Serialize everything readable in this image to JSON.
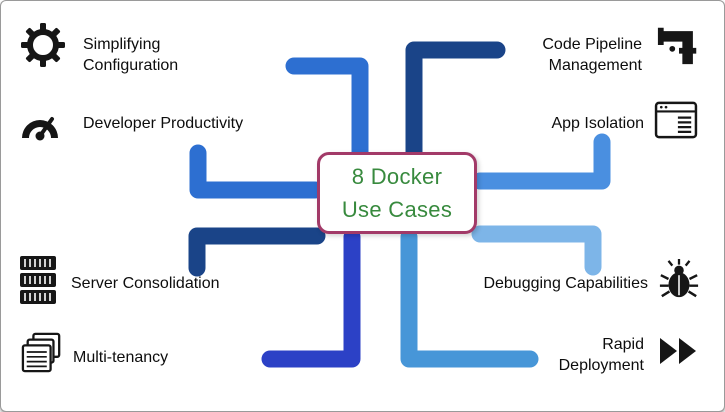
{
  "canvas": {
    "background": "#ffffff",
    "border_color": "#9a9a9a"
  },
  "center_box": {
    "title_line1": "8 Docker",
    "title_line2": "Use Cases",
    "title_color": "#388a3e",
    "border_color": "#a23a68"
  },
  "items": {
    "left": [
      {
        "label": "Simplifying Configuration",
        "icon": "gear-icon"
      },
      {
        "label": "Developer Productivity",
        "icon": "speedometer-icon"
      },
      {
        "label": "Server Consolidation",
        "icon": "server-stack-icon"
      },
      {
        "label": "Multi-tenancy",
        "icon": "stacked-windows-icon"
      }
    ],
    "right": [
      {
        "label": "Code Pipeline Management",
        "icon": "pipe-icon"
      },
      {
        "label": "App Isolation",
        "icon": "app-window-icon"
      },
      {
        "label": "Debugging Capabilities",
        "icon": "bug-icon"
      },
      {
        "label": "Rapid Deployment",
        "icon": "fast-forward-icon"
      }
    ]
  },
  "connectors": [
    {
      "name": "simplifying-configuration",
      "color": "#2d6fd1"
    },
    {
      "name": "code-pipeline-management",
      "color": "#1a4488"
    },
    {
      "name": "developer-productivity",
      "color": "#2d6fd1"
    },
    {
      "name": "app-isolation",
      "color": "#4a8fe0"
    },
    {
      "name": "server-consolidation",
      "color": "#1a4488"
    },
    {
      "name": "debugging-capabilities",
      "color": "#7db5e8"
    },
    {
      "name": "multi-tenancy",
      "color": "#2c41c6"
    },
    {
      "name": "rapid-deployment",
      "color": "#4796d8"
    }
  ]
}
